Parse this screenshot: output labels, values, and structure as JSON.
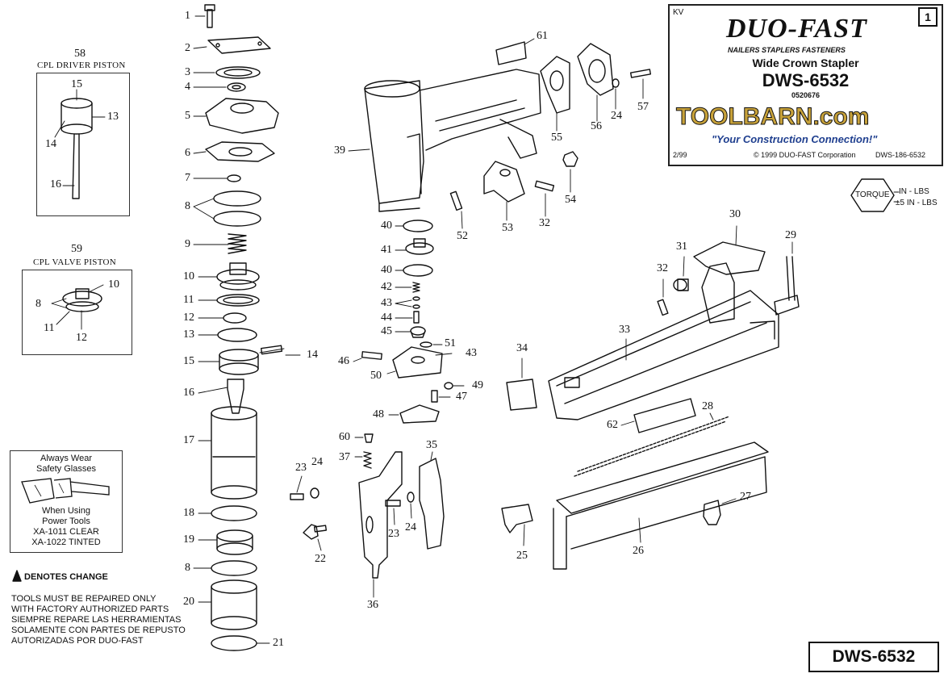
{
  "title_block": {
    "corner_code": "KV",
    "page_number": "1",
    "brand": "DUO-FAST",
    "tagline": "NAILERS STAPLERS FASTENERS",
    "product": "Wide Crown Stapler",
    "model": "DWS-6532",
    "part_code": "0520676",
    "toolbarn": "TOOLBARN.com",
    "toolbarn_slogan": "\"Your Construction Connection!\"",
    "date": "2/99",
    "copyright": "© 1999 DUO-FAST Corporation",
    "doc_number": "DWS-186-6532"
  },
  "torque": {
    "label": "TORQUE",
    "unit": "IN - LBS",
    "tolerance": "±5 IN - LBS"
  },
  "subassemblies": [
    {
      "number": "58",
      "title": "CPL DRIVER PISTON",
      "parts": [
        "15",
        "13",
        "14",
        "16"
      ]
    },
    {
      "number": "59",
      "title": "CPL VALVE PISTON",
      "parts": [
        "10",
        "8",
        "11",
        "12"
      ]
    }
  ],
  "safety": {
    "line1": "Always Wear",
    "line2": "Safety Glasses",
    "line3": "When Using",
    "line4": "Power Tools",
    "line5": "XA-1011 CLEAR",
    "line6": "XA-1022 TINTED"
  },
  "notes": {
    "change": "DENOTES CHANGE",
    "repair": [
      "TOOLS MUST BE REPAIRED ONLY",
      "WITH FACTORY AUTHORIZED PARTS",
      "SIEMPRE REPARE LAS HERRAMIENTAS",
      "SOLAMENTE CON PARTES DE REPUSTO",
      "AUTORIZADAS POR DUO-FAST"
    ]
  },
  "footer_model": "DWS-6532",
  "callouts": [
    "1",
    "2",
    "3",
    "4",
    "5",
    "6",
    "7",
    "8",
    "8",
    "9",
    "10",
    "11",
    "12",
    "13",
    "14",
    "15",
    "16",
    "17",
    "18",
    "19",
    "8",
    "20",
    "21",
    "22",
    "23",
    "24",
    "23",
    "24",
    "25",
    "26",
    "27",
    "28",
    "29",
    "30",
    "31",
    "32",
    "32",
    "33",
    "34",
    "35",
    "36",
    "37",
    "39",
    "40",
    "40",
    "41",
    "42",
    "43",
    "44",
    "45",
    "46",
    "43",
    "47",
    "48",
    "49",
    "50",
    "51",
    "52",
    "53",
    "54",
    "55",
    "56",
    "57",
    "60",
    "61",
    "62"
  ]
}
